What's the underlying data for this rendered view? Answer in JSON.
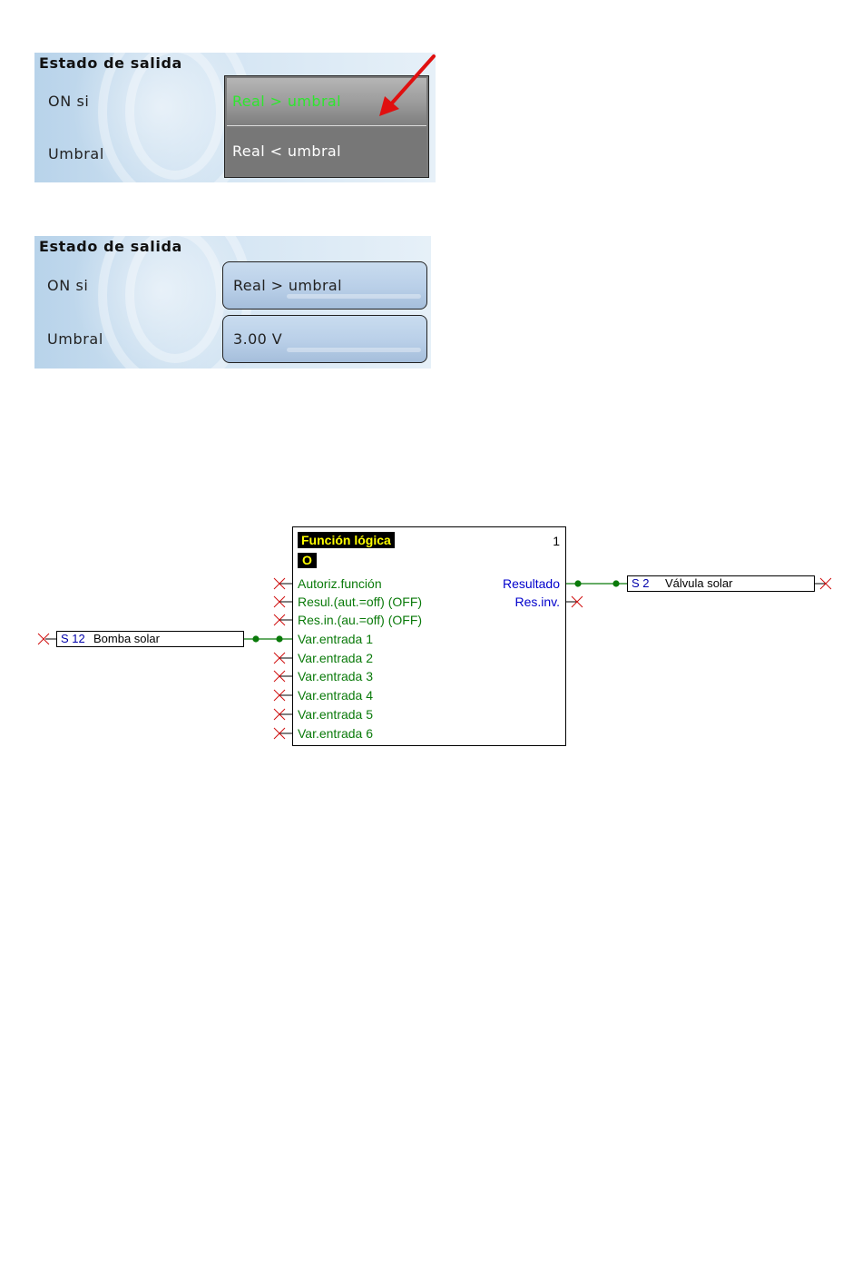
{
  "panel1": {
    "title": "Estado de salida",
    "on_label": "ON si",
    "threshold_label": "Umbral",
    "options": [
      "Real > umbral",
      "Real < umbral"
    ],
    "selected_index": 0
  },
  "panel2": {
    "title": "Estado de salida",
    "on_label": "ON si",
    "on_value": "Real > umbral",
    "threshold_label": "Umbral",
    "threshold_value": "3.00 V"
  },
  "function_block": {
    "title": "Función lógica",
    "mode": "O",
    "number": "1",
    "inputs": [
      "Autoriz.función",
      "Resul.(aut.=off) (OFF)",
      "Res.in.(au.=off) (OFF)",
      "Var.entrada 1",
      "Var.entrada 2",
      "Var.entrada 3",
      "Var.entrada 4",
      "Var.entrada 5",
      "Var.entrada 6"
    ],
    "outputs": [
      "Resultado",
      "Res.inv."
    ]
  },
  "source_block": {
    "id": "S 12",
    "name": "Bomba solar"
  },
  "target_block": {
    "id": "S 2",
    "name": "Válvula solar"
  },
  "colors": {
    "selected_option_text": "#2ee62e",
    "arrow": "#e01010",
    "input_label": "#0a7a0a",
    "output_label": "#0000cc",
    "block_title_text": "#ffff00",
    "wire": "#0a7a0a",
    "unconnected_marker": "#d01010"
  }
}
